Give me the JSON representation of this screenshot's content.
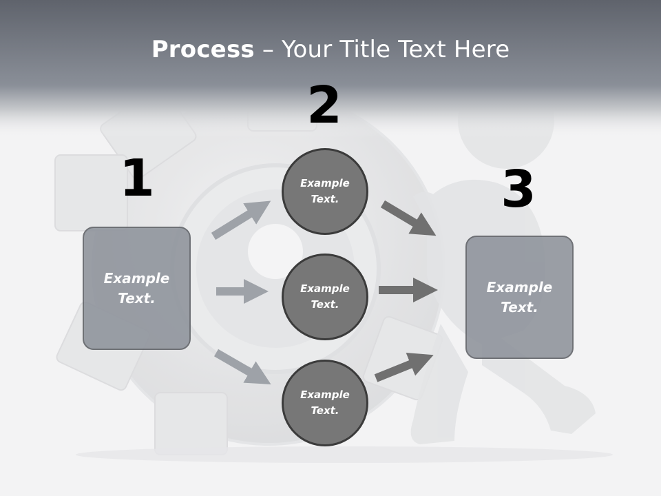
{
  "title": {
    "bold": "Process",
    "rest": " – Your Title Text Here"
  },
  "steps": [
    {
      "number": "1",
      "text_line1": "Example",
      "text_line2": "Text."
    },
    {
      "number": "2",
      "circles": [
        {
          "text_line1": "Example",
          "text_line2": "Text."
        },
        {
          "text_line1": "Example",
          "text_line2": "Text."
        },
        {
          "text_line1": "Example",
          "text_line2": "Text."
        }
      ]
    },
    {
      "number": "3",
      "text_line1": "Example",
      "text_line2": "Text."
    }
  ],
  "colors": {
    "header_dark": "#5f636c",
    "header_light": "#8a8f98",
    "box_fill": "#8e939b",
    "circle_fill": "#777777",
    "arrow_left": "#9ea2a8",
    "arrow_right": "#707070"
  },
  "icons": [
    "gear-background-image",
    "figure-pushing-gear-image",
    "arrow-icon"
  ]
}
